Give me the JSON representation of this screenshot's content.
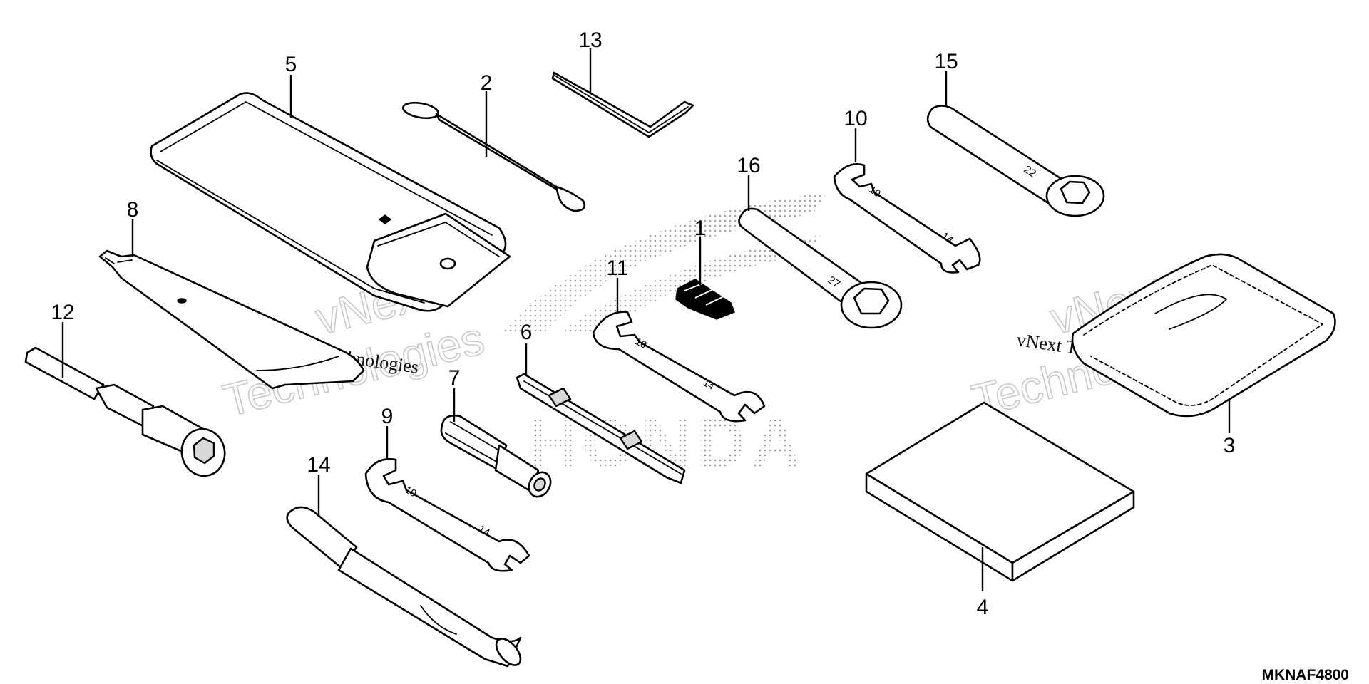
{
  "diagram": {
    "code": "MKNAF4800",
    "callouts": {
      "c1": "1",
      "c2": "2",
      "c3": "3",
      "c4": "4",
      "c5": "5",
      "c6": "6",
      "c7": "7",
      "c8": "8",
      "c9": "9",
      "c10": "10",
      "c11": "11",
      "c12": "12",
      "c13": "13",
      "c14": "14",
      "c15": "15",
      "c16": "16"
    },
    "wrench_stamps": {
      "w10_a": "10",
      "w10_b": "14",
      "w11_a": "10",
      "w11_b": "14",
      "w9_a": "10",
      "w9_b": "14",
      "w15": "22",
      "w16": "27"
    },
    "watermark": {
      "line1": "vNext",
      "line2": "Technologies",
      "small": "vNext Technologies"
    },
    "background_logo": "HONDA"
  }
}
